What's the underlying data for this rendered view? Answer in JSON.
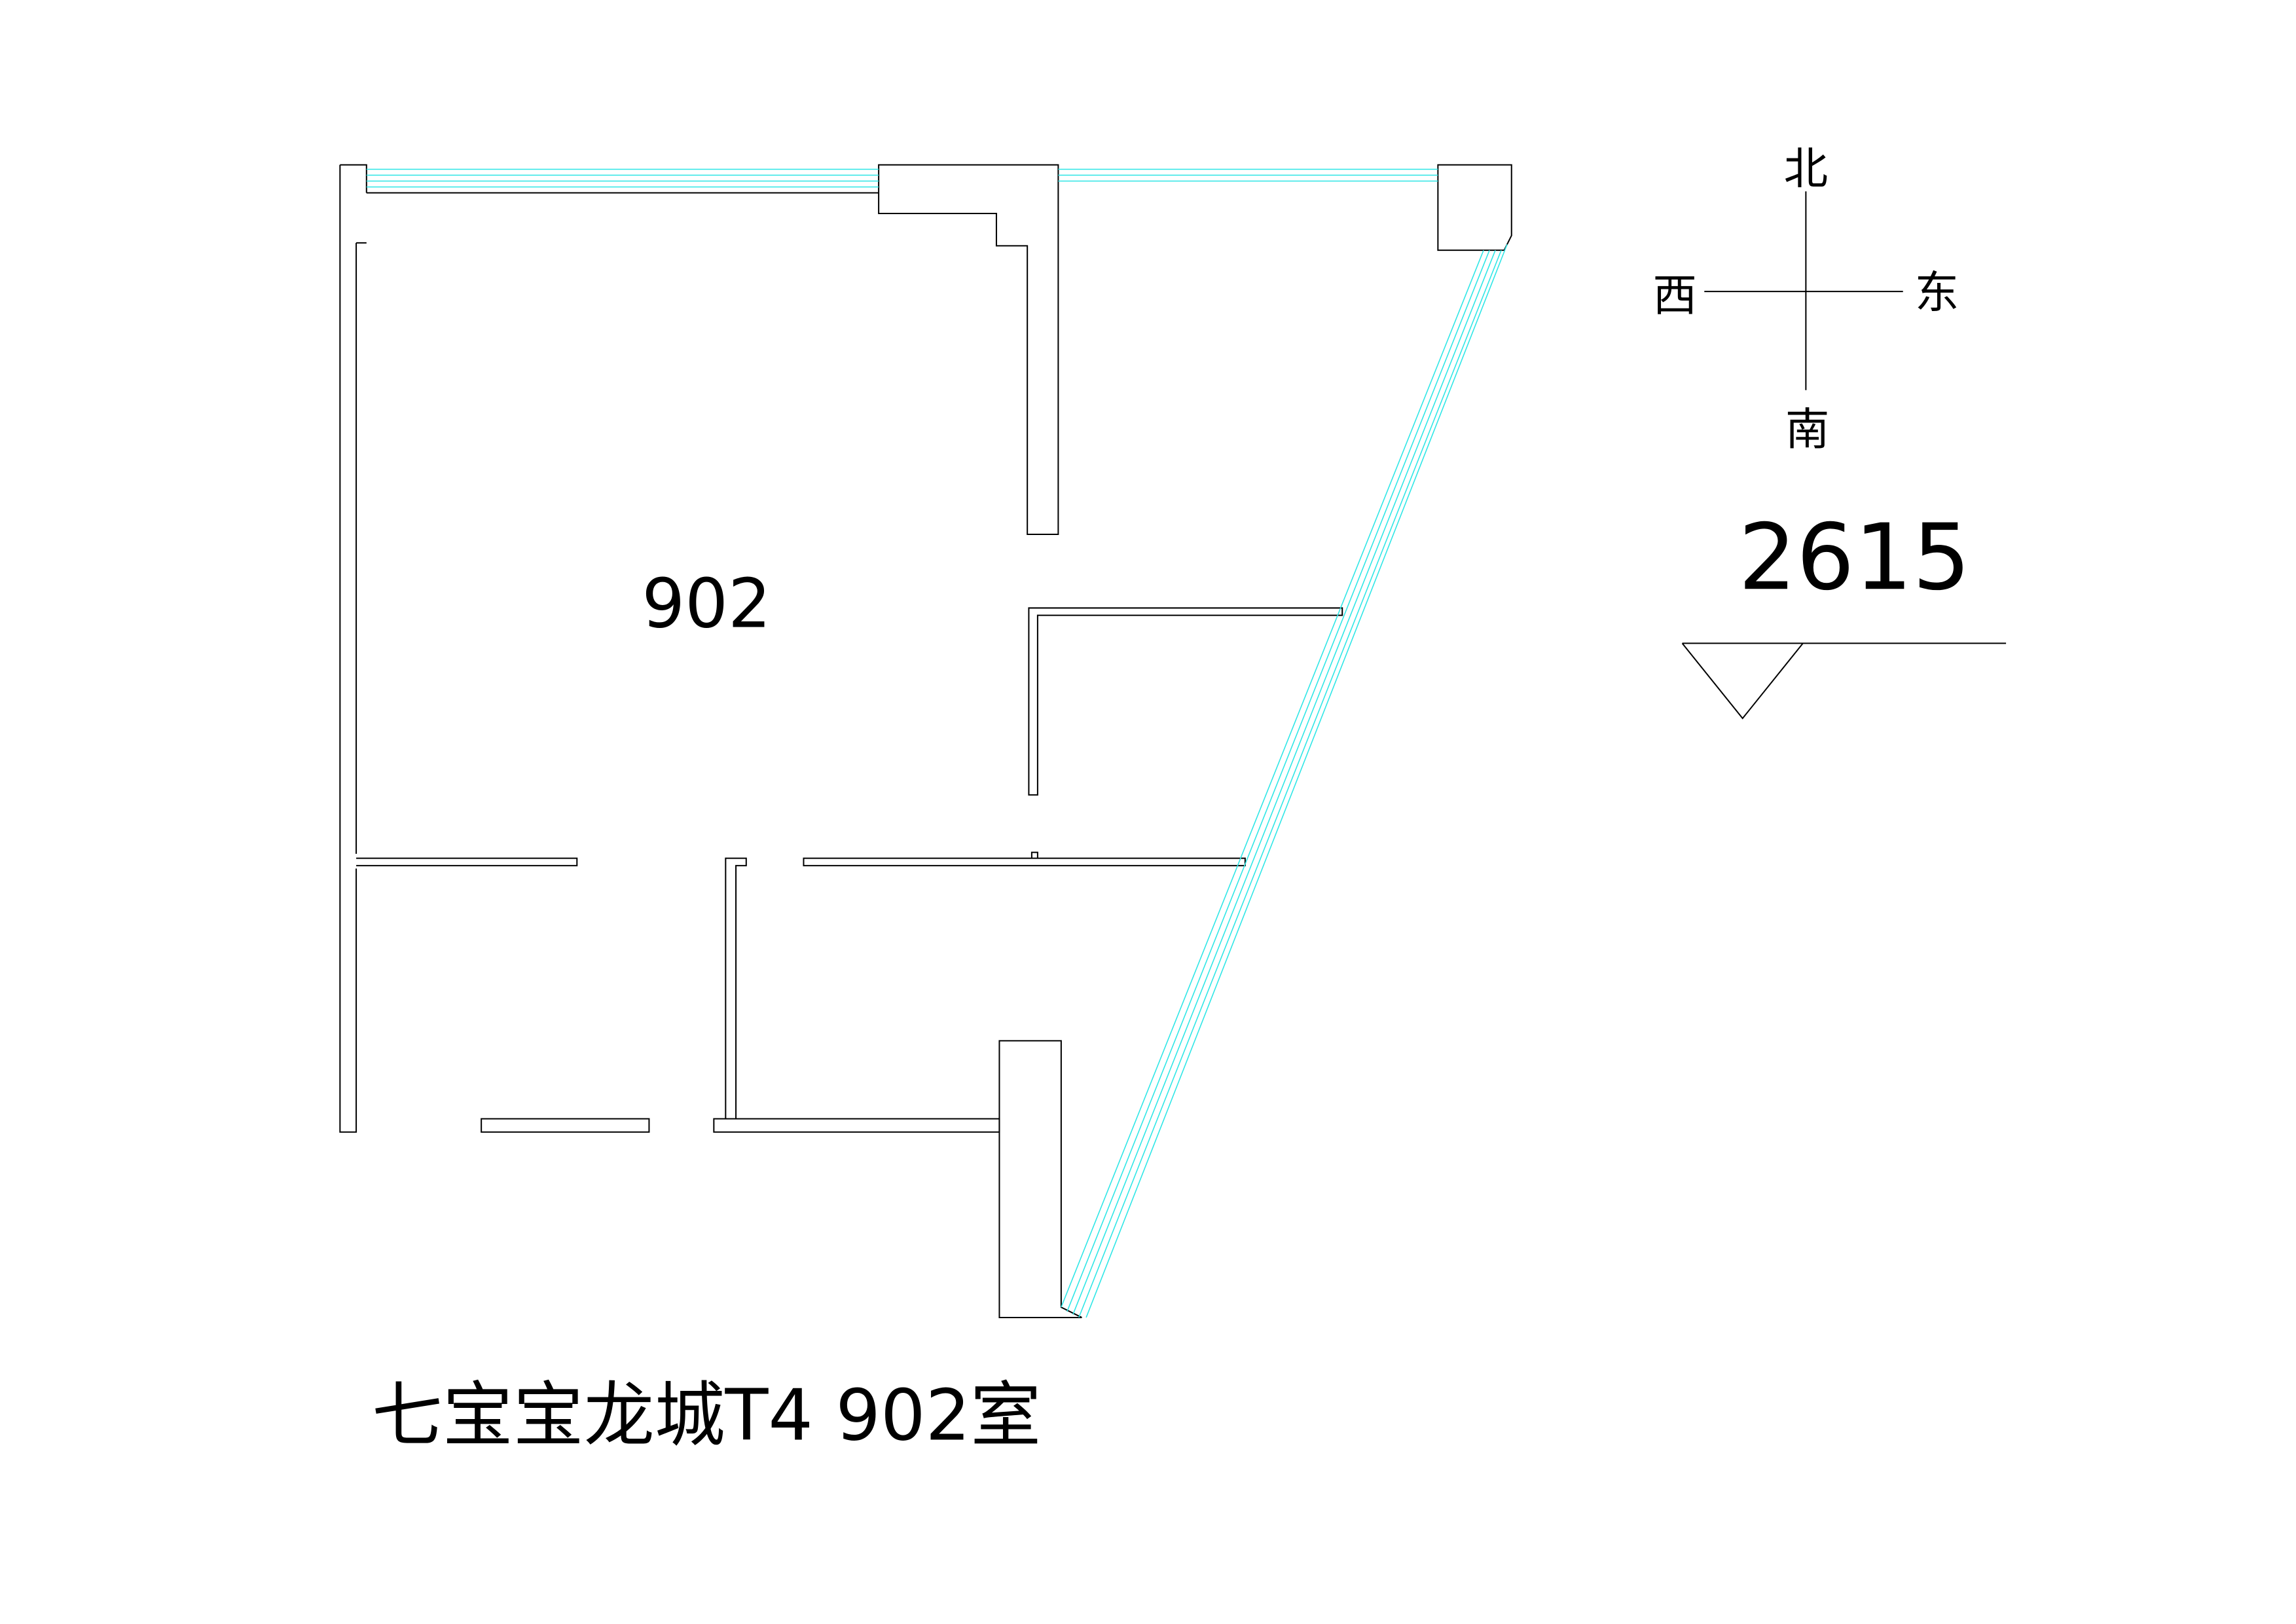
{
  "plan": {
    "room_label": "902",
    "title": "七宝宝龙城T4 902室",
    "elevation": "2615"
  },
  "compass": {
    "north": "北",
    "south": "南",
    "west": "西",
    "east": "东"
  },
  "colors": {
    "wall": "#000000",
    "window_glass": "#2ee6e6"
  }
}
